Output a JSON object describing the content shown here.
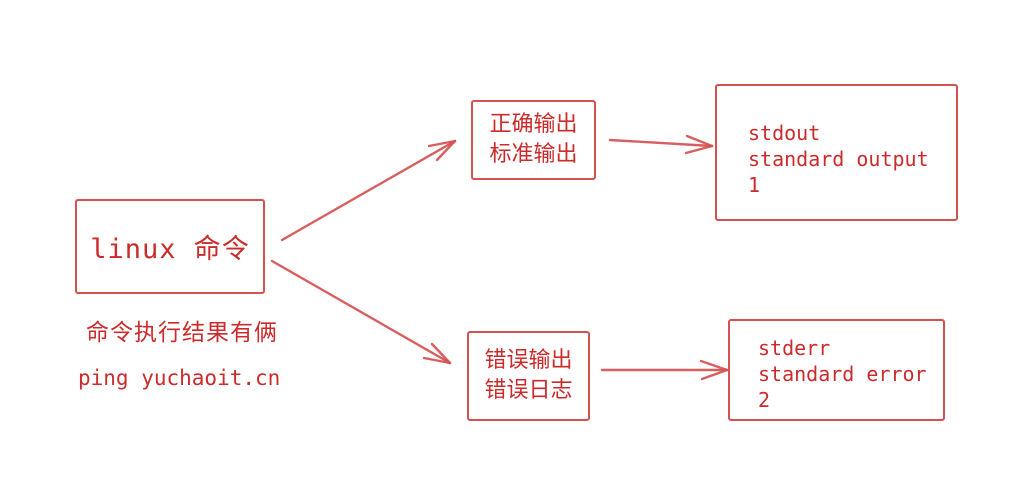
{
  "colors": {
    "ink": "#cb2b2b",
    "stroke": "#d65050"
  },
  "nodes": {
    "linux_command": {
      "label": "linux 命令"
    },
    "correct_output": {
      "lines": [
        "正确输出",
        "标准输出"
      ]
    },
    "error_output": {
      "lines": [
        "错误输出",
        "错误日志"
      ]
    },
    "stdout_detail": {
      "lines": [
        "stdout",
        "standard output",
        "1"
      ]
    },
    "stderr_detail": {
      "lines": [
        "stderr",
        "standard error",
        "2"
      ]
    }
  },
  "captions": {
    "results_note": "命令执行结果有俩",
    "ping_example": "ping yuchaoit.cn"
  },
  "edges": [
    {
      "from": "linux_command",
      "to": "correct_output"
    },
    {
      "from": "linux_command",
      "to": "error_output"
    },
    {
      "from": "correct_output",
      "to": "stdout_detail"
    },
    {
      "from": "error_output",
      "to": "stderr_detail"
    }
  ]
}
